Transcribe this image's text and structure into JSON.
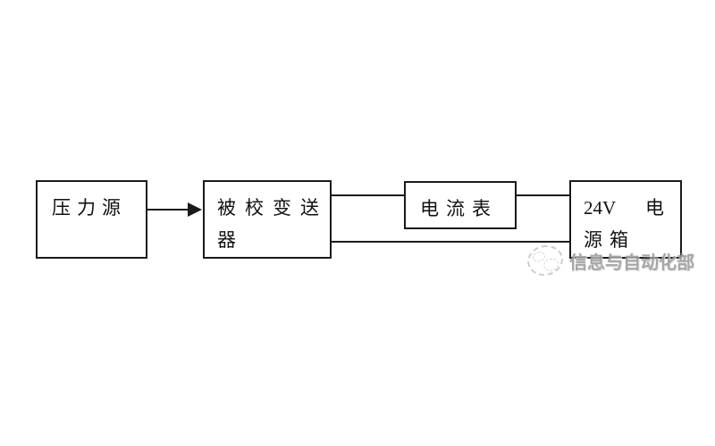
{
  "canvas": {
    "background": "#ffffff",
    "ink_color": "#1a1a1a"
  },
  "diagram": {
    "type": "block-diagram",
    "boxes": [
      {
        "name": "pressure-source",
        "label": "压力源",
        "line1": "压力源"
      },
      {
        "name": "transmitter-under-calibration",
        "label": "被校变送器",
        "line1": "被校变送",
        "line2": "器"
      },
      {
        "name": "ammeter",
        "label": "电流表",
        "line1": "电流表"
      },
      {
        "name": "24v-power-box",
        "label": "24V 电源箱",
        "line1_left": "24V",
        "line1_right": "电",
        "line2": "源箱"
      }
    ],
    "connections": [
      {
        "from": "压力源",
        "to": "被校变送器",
        "style": "arrow"
      },
      {
        "from": "被校变送器",
        "to": "电流表",
        "style": "line"
      },
      {
        "from": "电流表",
        "to": "24V 电源箱",
        "style": "line"
      },
      {
        "from": "被校变送器",
        "to": "24V 电源箱",
        "style": "line"
      }
    ]
  },
  "watermark": {
    "text": "信息与自动化部",
    "logo": "dashed-circle-mascot-logo",
    "text_color": "#9b9b9b"
  }
}
